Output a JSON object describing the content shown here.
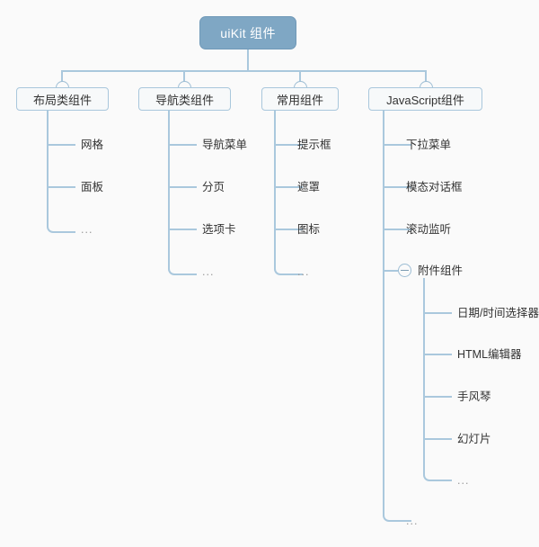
{
  "diagram": {
    "title": "uiKit 组件",
    "type": "mindmap-tree",
    "colors": {
      "root_fill": "#7fa7c4",
      "root_text": "#ffffff",
      "node_fill": "#f7f9fa",
      "node_border": "#a9c7dc",
      "connector": "#aac8dd",
      "background": "#fafafa",
      "text": "#333333",
      "muted_text": "#9a9a9a"
    },
    "root": {
      "label": "uiKit 组件",
      "toggle": "collapse-minus"
    },
    "branches": [
      {
        "label": "布局类组件",
        "toggle": "collapse-minus",
        "children": [
          {
            "label": "网格"
          },
          {
            "label": "面板"
          },
          {
            "label": "..."
          }
        ]
      },
      {
        "label": "导航类组件",
        "toggle": "collapse-minus",
        "children": [
          {
            "label": "导航菜单"
          },
          {
            "label": "分页"
          },
          {
            "label": "选项卡"
          },
          {
            "label": "..."
          }
        ]
      },
      {
        "label": "常用组件",
        "toggle": "collapse-minus",
        "children": [
          {
            "label": "提示框"
          },
          {
            "label": "遮罩"
          },
          {
            "label": "图标"
          },
          {
            "label": "..."
          }
        ]
      },
      {
        "label": "JavaScript组件",
        "toggle": "collapse-minus",
        "children": [
          {
            "label": "下拉菜单"
          },
          {
            "label": "模态对话框"
          },
          {
            "label": "滚动监听"
          },
          {
            "label": "附件组件",
            "toggle": "collapse-minus",
            "children": [
              {
                "label": "日期/时间选择器"
              },
              {
                "label": "HTML编辑器"
              },
              {
                "label": "手风琴"
              },
              {
                "label": "幻灯片"
              },
              {
                "label": "..."
              }
            ]
          },
          {
            "label": "..."
          }
        ]
      }
    ]
  }
}
